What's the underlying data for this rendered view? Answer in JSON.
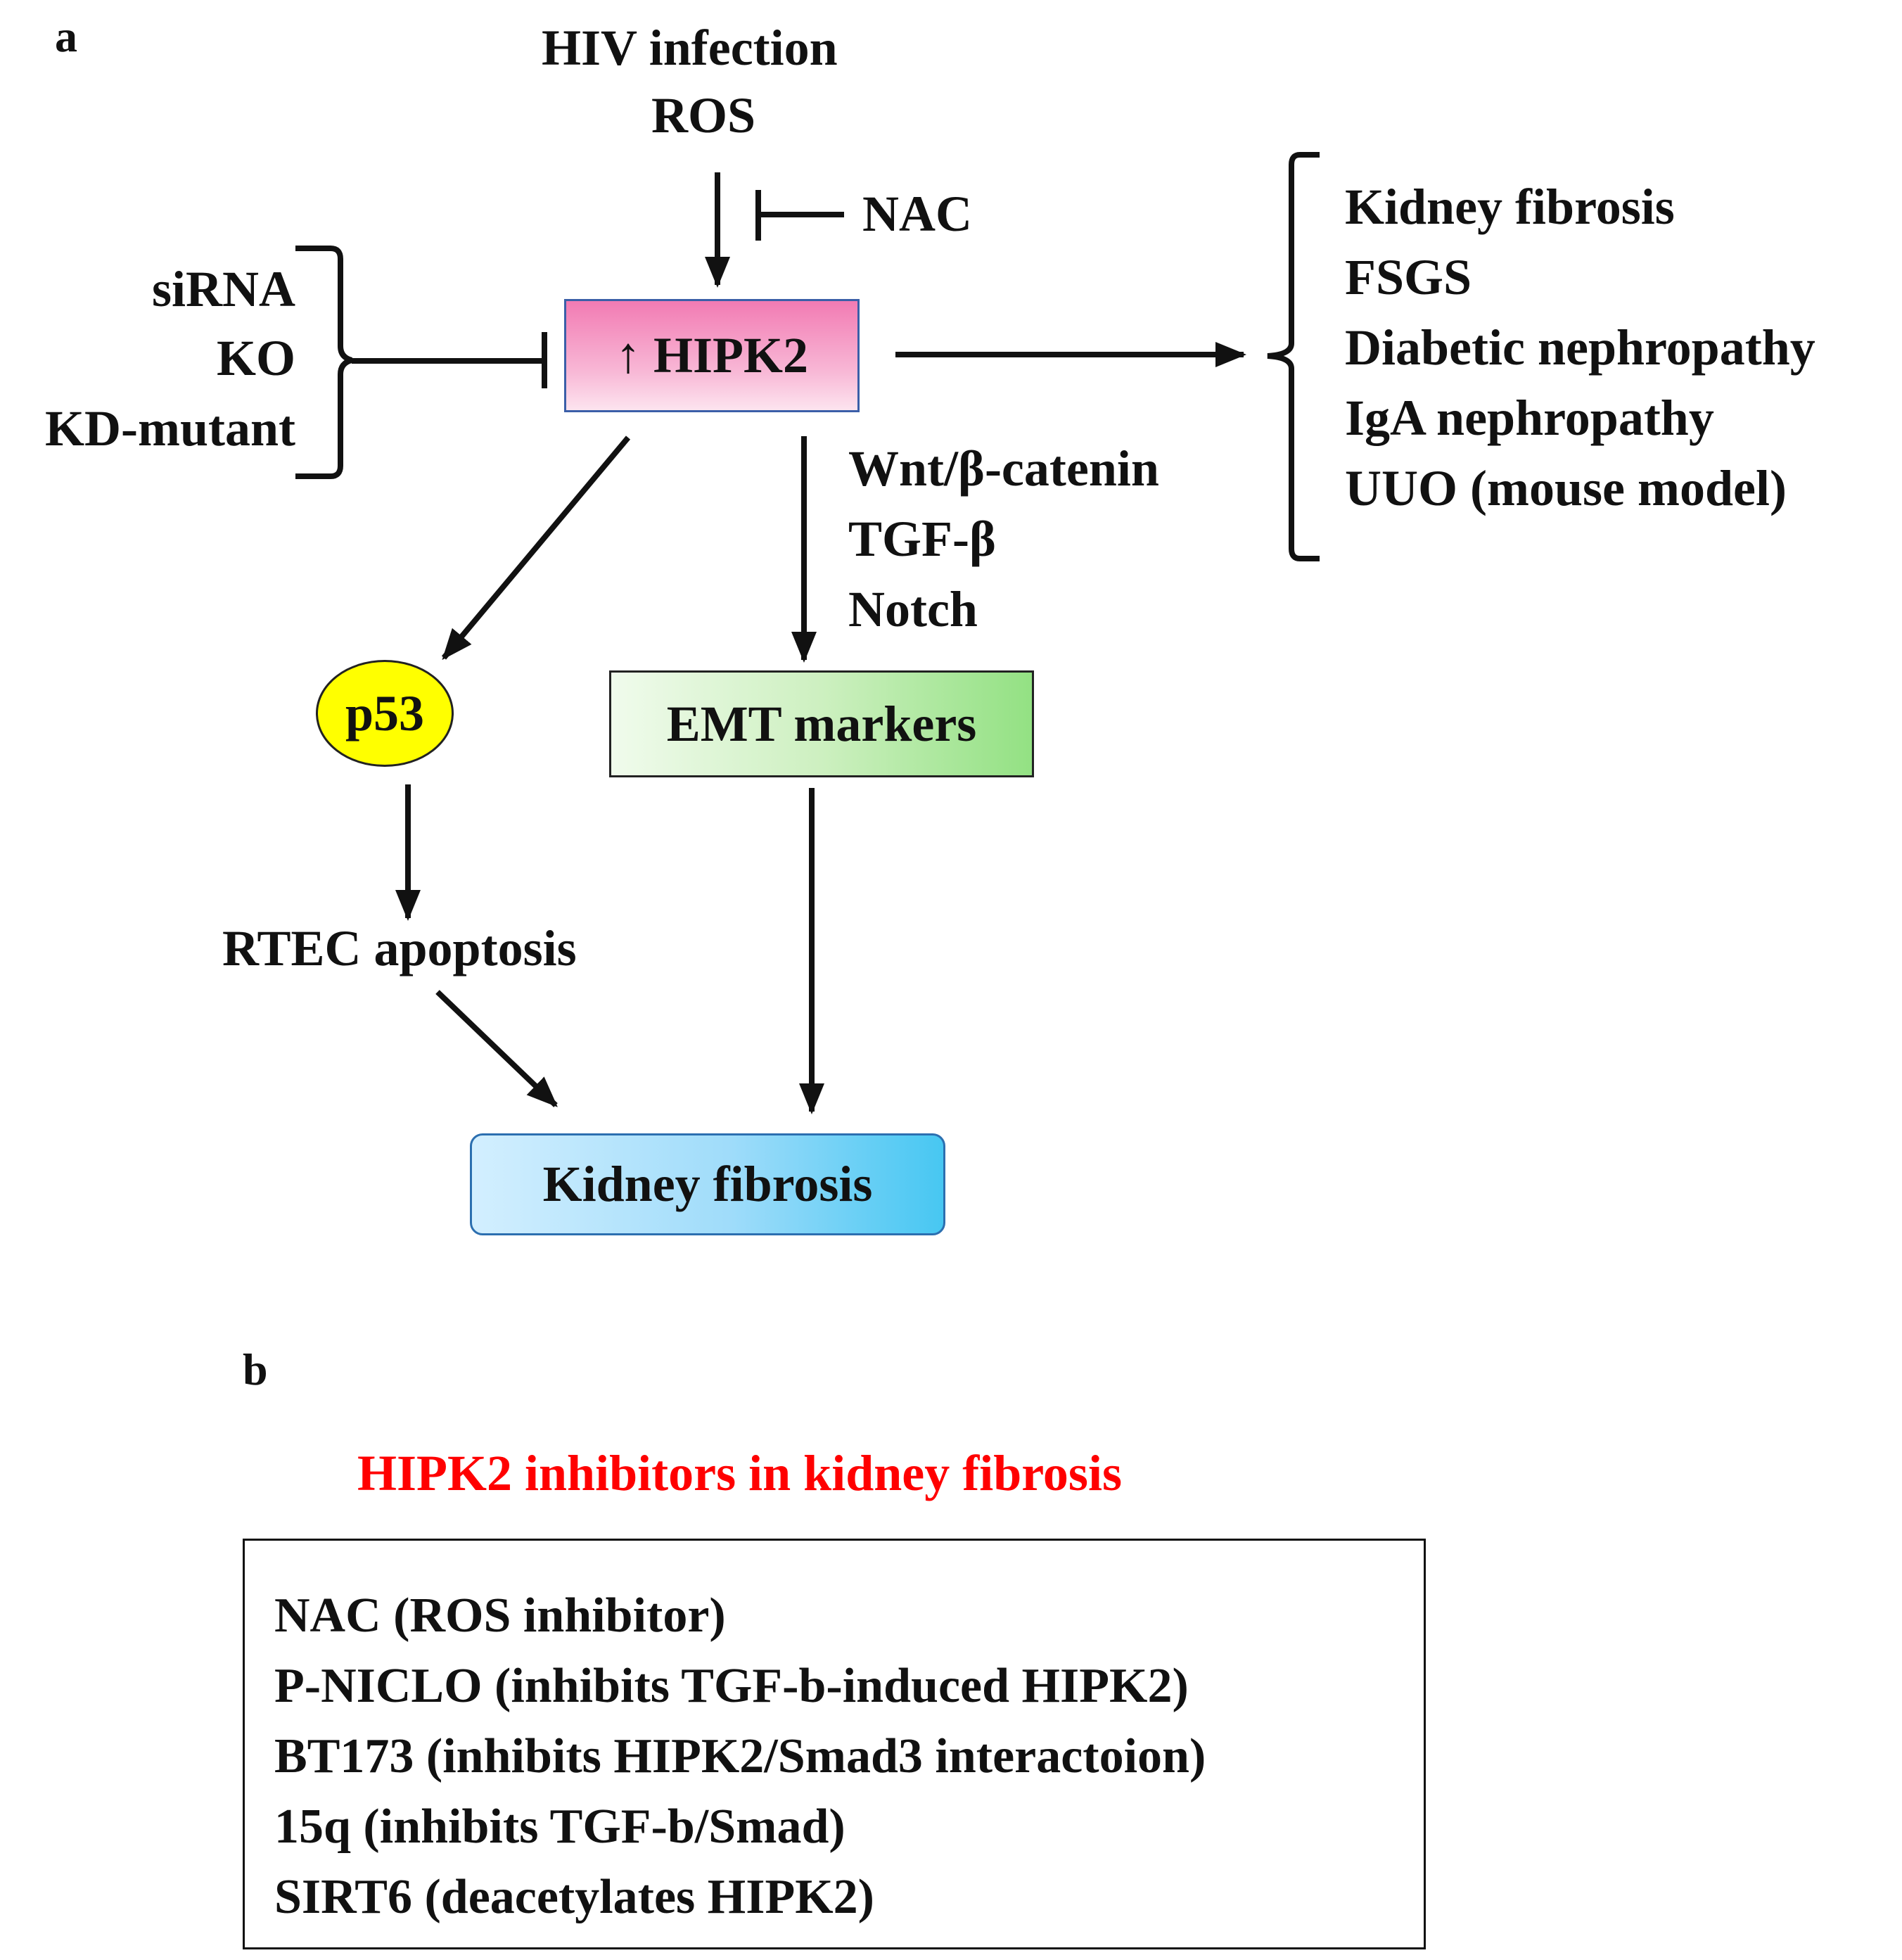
{
  "panel_a": {
    "label": "a",
    "inputs": [
      "HIV infection",
      "ROS"
    ],
    "nac_label": "NAC",
    "inhibitors": [
      "siRNA",
      "KO",
      "KD-mutant"
    ],
    "hipk2_label": "↑ HIPK2",
    "diseases": [
      "Kidney fibrosis",
      "FSGS",
      "Diabetic nephropathy",
      "IgA nephropathy",
      "UUO (mouse model)"
    ],
    "pathways": [
      "Wnt/β-catenin",
      "TGF-β",
      "Notch"
    ],
    "p53_label": "p53",
    "emt_label": "EMT markers",
    "apoptosis_label": "RTEC apoptosis",
    "fibrosis_label": "Kidney fibrosis"
  },
  "panel_b": {
    "label": "b",
    "title": "HIPK2 inhibitors in kidney fibrosis",
    "items": [
      "NAC (ROS inhibitor)",
      "P-NICLO (inhibits  TGF-b-induced HIPK2)",
      "BT173 (inhibits HIPK2/Smad3 interactoion)",
      "15q (inhibits  TGF-b/Smad)",
      "SIRT6 (deacetylates HIPK2)"
    ]
  }
}
